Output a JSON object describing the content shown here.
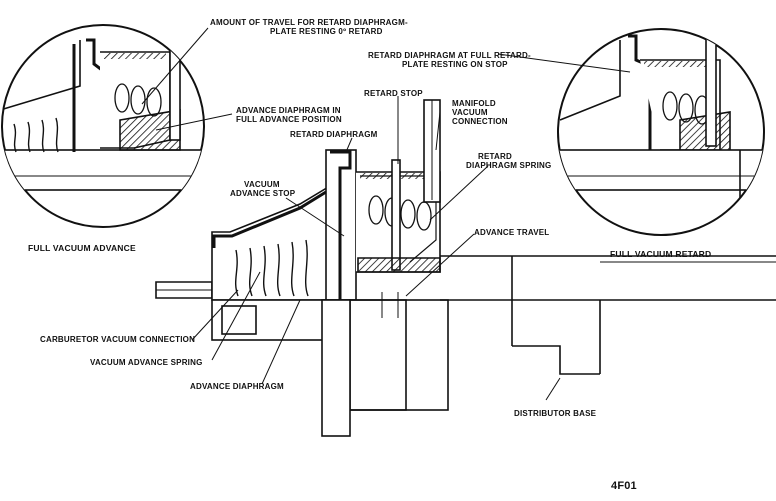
{
  "labels": {
    "retard_travel_line1": "AMOUNT OF TRAVEL FOR RETARD DIAPHRAGM-",
    "retard_travel_line2": "PLATE RESTING 0º RETARD",
    "retard_full_line1": "RETARD DIAPHRAGM AT FULL RETARD-",
    "retard_full_line2": "PLATE RESTING ON STOP",
    "advance_position_line1": "ADVANCE DIAPHRAGM IN",
    "advance_position_line2": "FULL ADVANCE POSITION",
    "retard_stop": "RETARD STOP",
    "manifold_line1": "MANIFOLD",
    "manifold_line2": "VACUUM",
    "manifold_line3": "CONNECTION",
    "retard_diaphragm": "RETARD DIAPHRAGM",
    "retard_spring_line1": "RETARD",
    "retard_spring_line2": "DIAPHRAGM SPRING",
    "advance_stop_line1": "VACUUM",
    "advance_stop_line2": "ADVANCE STOP",
    "advance_travel": "ADVANCE TRAVEL",
    "carburetor": "CARBURETOR VACUUM CONNECTION",
    "advance_spring": "VACUUM ADVANCE SPRING",
    "advance_diaphragm": "ADVANCE DIAPHRAGM",
    "distributor_base": "DISTRIBUTOR BASE"
  },
  "captions": {
    "left": "FULL VACUUM ADVANCE",
    "right": "FULL VACUUM RETARD"
  },
  "figure_code": "4F01"
}
